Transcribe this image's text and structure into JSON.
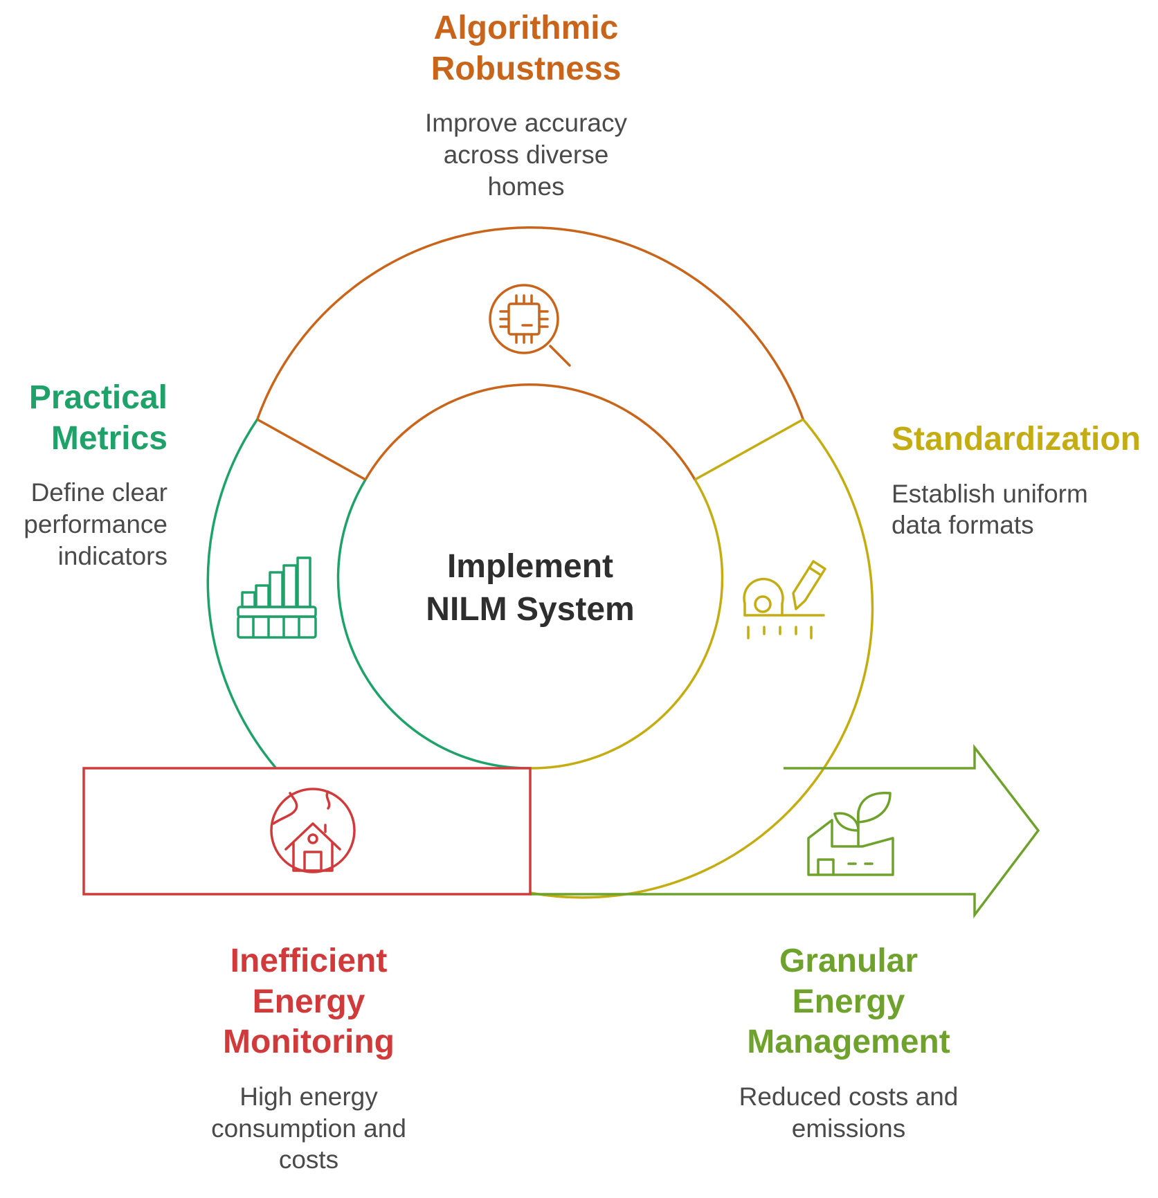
{
  "center": {
    "title_line1": "Implement",
    "title_line2": "NILM System"
  },
  "stages": {
    "algorithmic": {
      "title_line1": "Algorithmic",
      "title_line2": "Robustness",
      "desc_line1": "Improve accuracy",
      "desc_line2": "across diverse",
      "desc_line3": "homes",
      "color": "#c8651b",
      "icon": "chip-magnifier-icon"
    },
    "practical": {
      "title_line1": "Practical",
      "title_line2": "Metrics",
      "desc_line1": "Define clear",
      "desc_line2": "performance",
      "desc_line3": "indicators",
      "color": "#1ea26a",
      "icon": "bar-chart-icon"
    },
    "standardization": {
      "title_line1": "Standardization",
      "desc_line1": "Establish uniform",
      "desc_line2": "data formats",
      "color": "#c4ad12",
      "icon": "measure-pencil-icon"
    },
    "inefficient": {
      "title_line1": "Inefficient",
      "title_line2": "Energy",
      "title_line3": "Monitoring",
      "desc_line1": "High energy",
      "desc_line2": "consumption and",
      "desc_line3": "costs",
      "color": "#d13a3a",
      "icon": "house-globe-icon"
    },
    "granular": {
      "title_line1": "Granular",
      "title_line2": "Energy",
      "title_line3": "Management",
      "desc_line1": "Reduced costs and",
      "desc_line2": "emissions",
      "color": "#6ea22c",
      "icon": "eco-factory-icon"
    }
  }
}
